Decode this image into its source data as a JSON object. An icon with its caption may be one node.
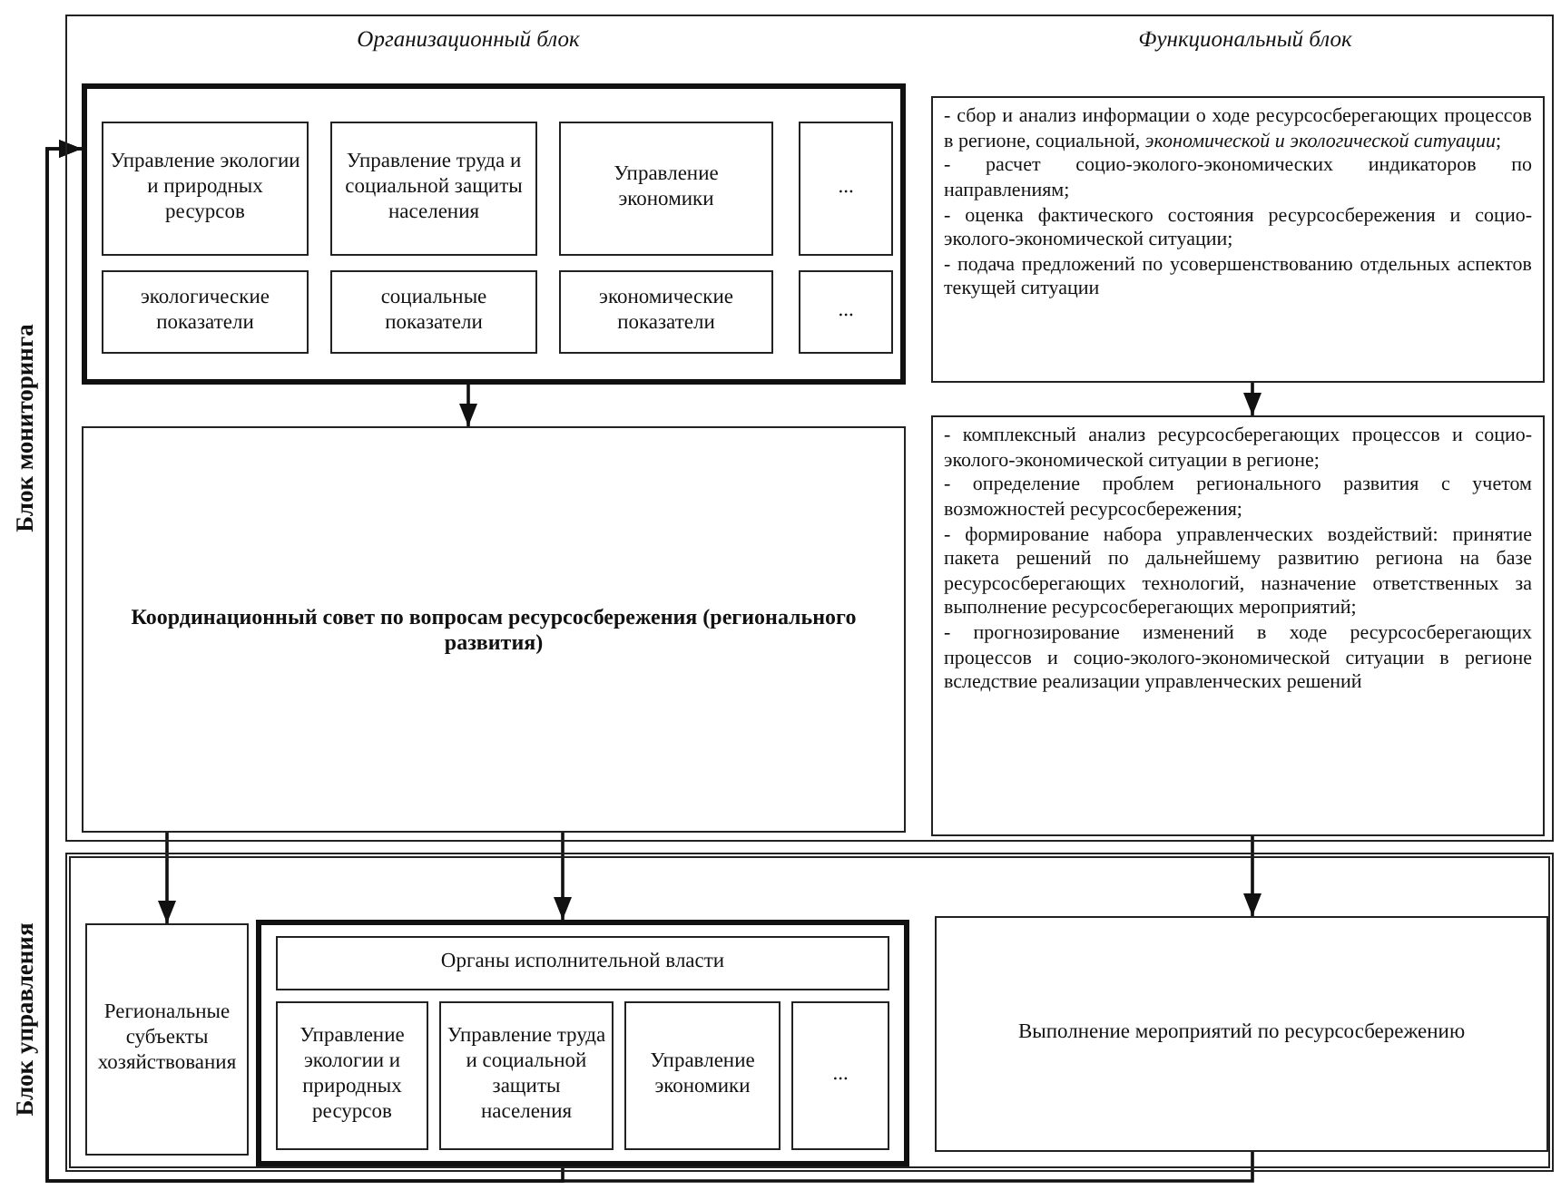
{
  "diagram": {
    "nodes": [
      {
        "text": [],
        "shape": "box"
      },
      {
        "text": [],
        "shape": "box",
        "in": 0
      },
      {
        "text": [
          "Управление экологии и природных ресурсов"
        ],
        "in": 1
      },
      {
        "text": [
          "Управление труда и социальной защиты населения"
        ],
        "in": 1
      },
      {
        "text": [
          "Управление экономики"
        ],
        "in": 1
      },
      {
        "text": [
          "..."
        ],
        "in": 1
      },
      {
        "text": [
          "экологические показатели"
        ],
        "in": 1
      },
      {
        "text": [
          "социальные показатели"
        ],
        "in": 1
      },
      {
        "text": [
          "экономические показатели"
        ],
        "in": 1
      },
      {
        "text": [
          "..."
        ],
        "in": 1
      },
      {
        "text": [
          "- сбор и анализ информации о ходе ресурсосберегающих процессов в регионе, социальной, *экономической и экологической ситуации*;",
          "- расчет социо-эколого-экономических индикаторов по направлениям;",
          "- оценка фактического состояния ресурсосбережения и социо-эколого-экономической ситуации;",
          "- подача предложений по усовершенствованию отдельных аспектов текущей ситуации"
        ],
        "in": 0
      },
      {
        "text": [
          "Координационный совет по вопросам ресурсосбережения (регионального развития)"
        ],
        "in": 0
      },
      {
        "text": [
          "- комплексный анализ ресурсосберегающих процессов и социо-эколого-экономической ситуации в регионе;",
          "- определение проблем регионального развития с учетом возможностей ресурсосбережения;",
          "- формирование набора управленческих воздействий: принятие пакета решений по дальнейшему развитию региона на базе ресурсосберегающих технологий, назначение ответственных за выполнение ресурсосберегающих мероприятий;",
          "- прогнозирование изменений в ходе ресурсосберегающих процессов и социо-эколого-экономической ситуации в регионе вследствие реализации управленческих решений"
        ],
        "in": 0
      },
      {
        "text": [],
        "shape": "box"
      },
      {
        "text": [
          "Региональные субъекты хозяйствования"
        ],
        "in": 13
      },
      {
        "text": [],
        "shape": "box",
        "in": 13
      },
      {
        "text": [
          "Органы исполнительной власти"
        ],
        "in": 15
      },
      {
        "text": [
          "Управление экологии и природных ресурсов"
        ],
        "in": 15
      },
      {
        "text": [
          "Управление труда и социальной защиты населения"
        ],
        "in": 15
      },
      {
        "text": [
          "Управление экономики"
        ],
        "in": 15
      },
      {
        "text": [
          "..."
        ],
        "in": 15
      },
      {
        "text": [
          "Выполнение мероприятий по ресурсосбережению"
        ],
        "in": 13
      }
    ],
    "edges": [
      {
        "from": 1,
        "to": 11,
        "arrow": "to"
      },
      {
        "from": 10,
        "to": 12,
        "arrow": "to"
      },
      {
        "from": 11,
        "to": 14,
        "arrow": "to"
      },
      {
        "from": 11,
        "to": 15,
        "arrow": "to"
      },
      {
        "from": 12,
        "to": 21,
        "arrow": "to"
      },
      {
        "from": 15,
        "to": 1,
        "arrow": "to"
      },
      {
        "from": 21,
        "to": 1,
        "arrow": "to"
      }
    ],
    "labels": [
      "Организационный блок",
      "Функциональный блок",
      "Блок мониторинга",
      "Блок управления"
    ]
  }
}
